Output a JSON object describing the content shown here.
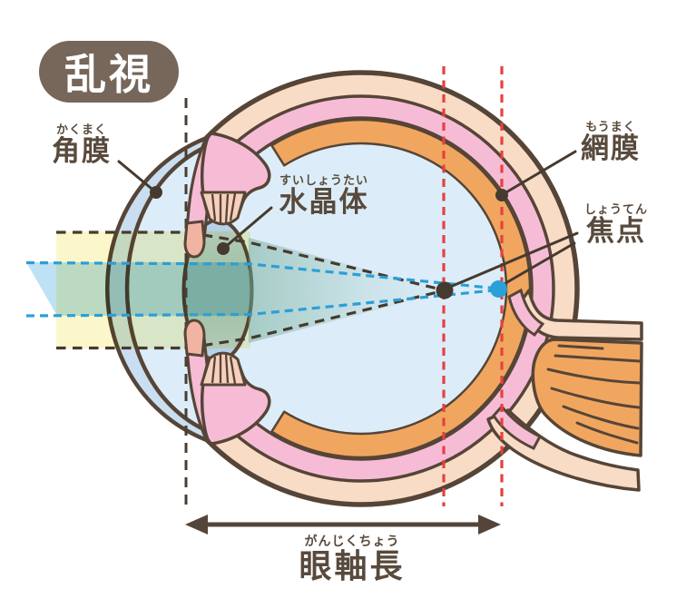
{
  "title_badge": {
    "text": "乱視"
  },
  "labels": {
    "cornea": {
      "furigana": "かくまく",
      "text": "角膜"
    },
    "lens": {
      "furigana": "すいしょうたい",
      "text": "水晶体"
    },
    "retina": {
      "furigana": "もうまく",
      "text": "網膜"
    },
    "focal_point": {
      "furigana": "しょうてん",
      "text": "焦点"
    },
    "axial_length": {
      "furigana": "がんじくちょう",
      "text": "眼軸長"
    }
  },
  "colors": {
    "outline_brown": "#564537",
    "label_brown": "#584a3c",
    "badge_background": "#76675a",
    "sclera_peach": "#f8dcc6",
    "choroid_pink": "#f6bcd6",
    "retina_orange": "#f1a660",
    "interior_blue": "#dcedf9",
    "cornea_blue": "#c9def1",
    "ciliary_salmon": "#f7d0bd",
    "iris_tip_salmon": "#f2b4a2",
    "beam_yellow": "#fbf7cb",
    "beam_blue": "#bfe1f4",
    "dashed_red": "#e6413e",
    "dashed_blue": "#2b9fd8",
    "focal_dot_brown": "#463a2e",
    "focal_dot_blue": "#2b9fd8"
  }
}
